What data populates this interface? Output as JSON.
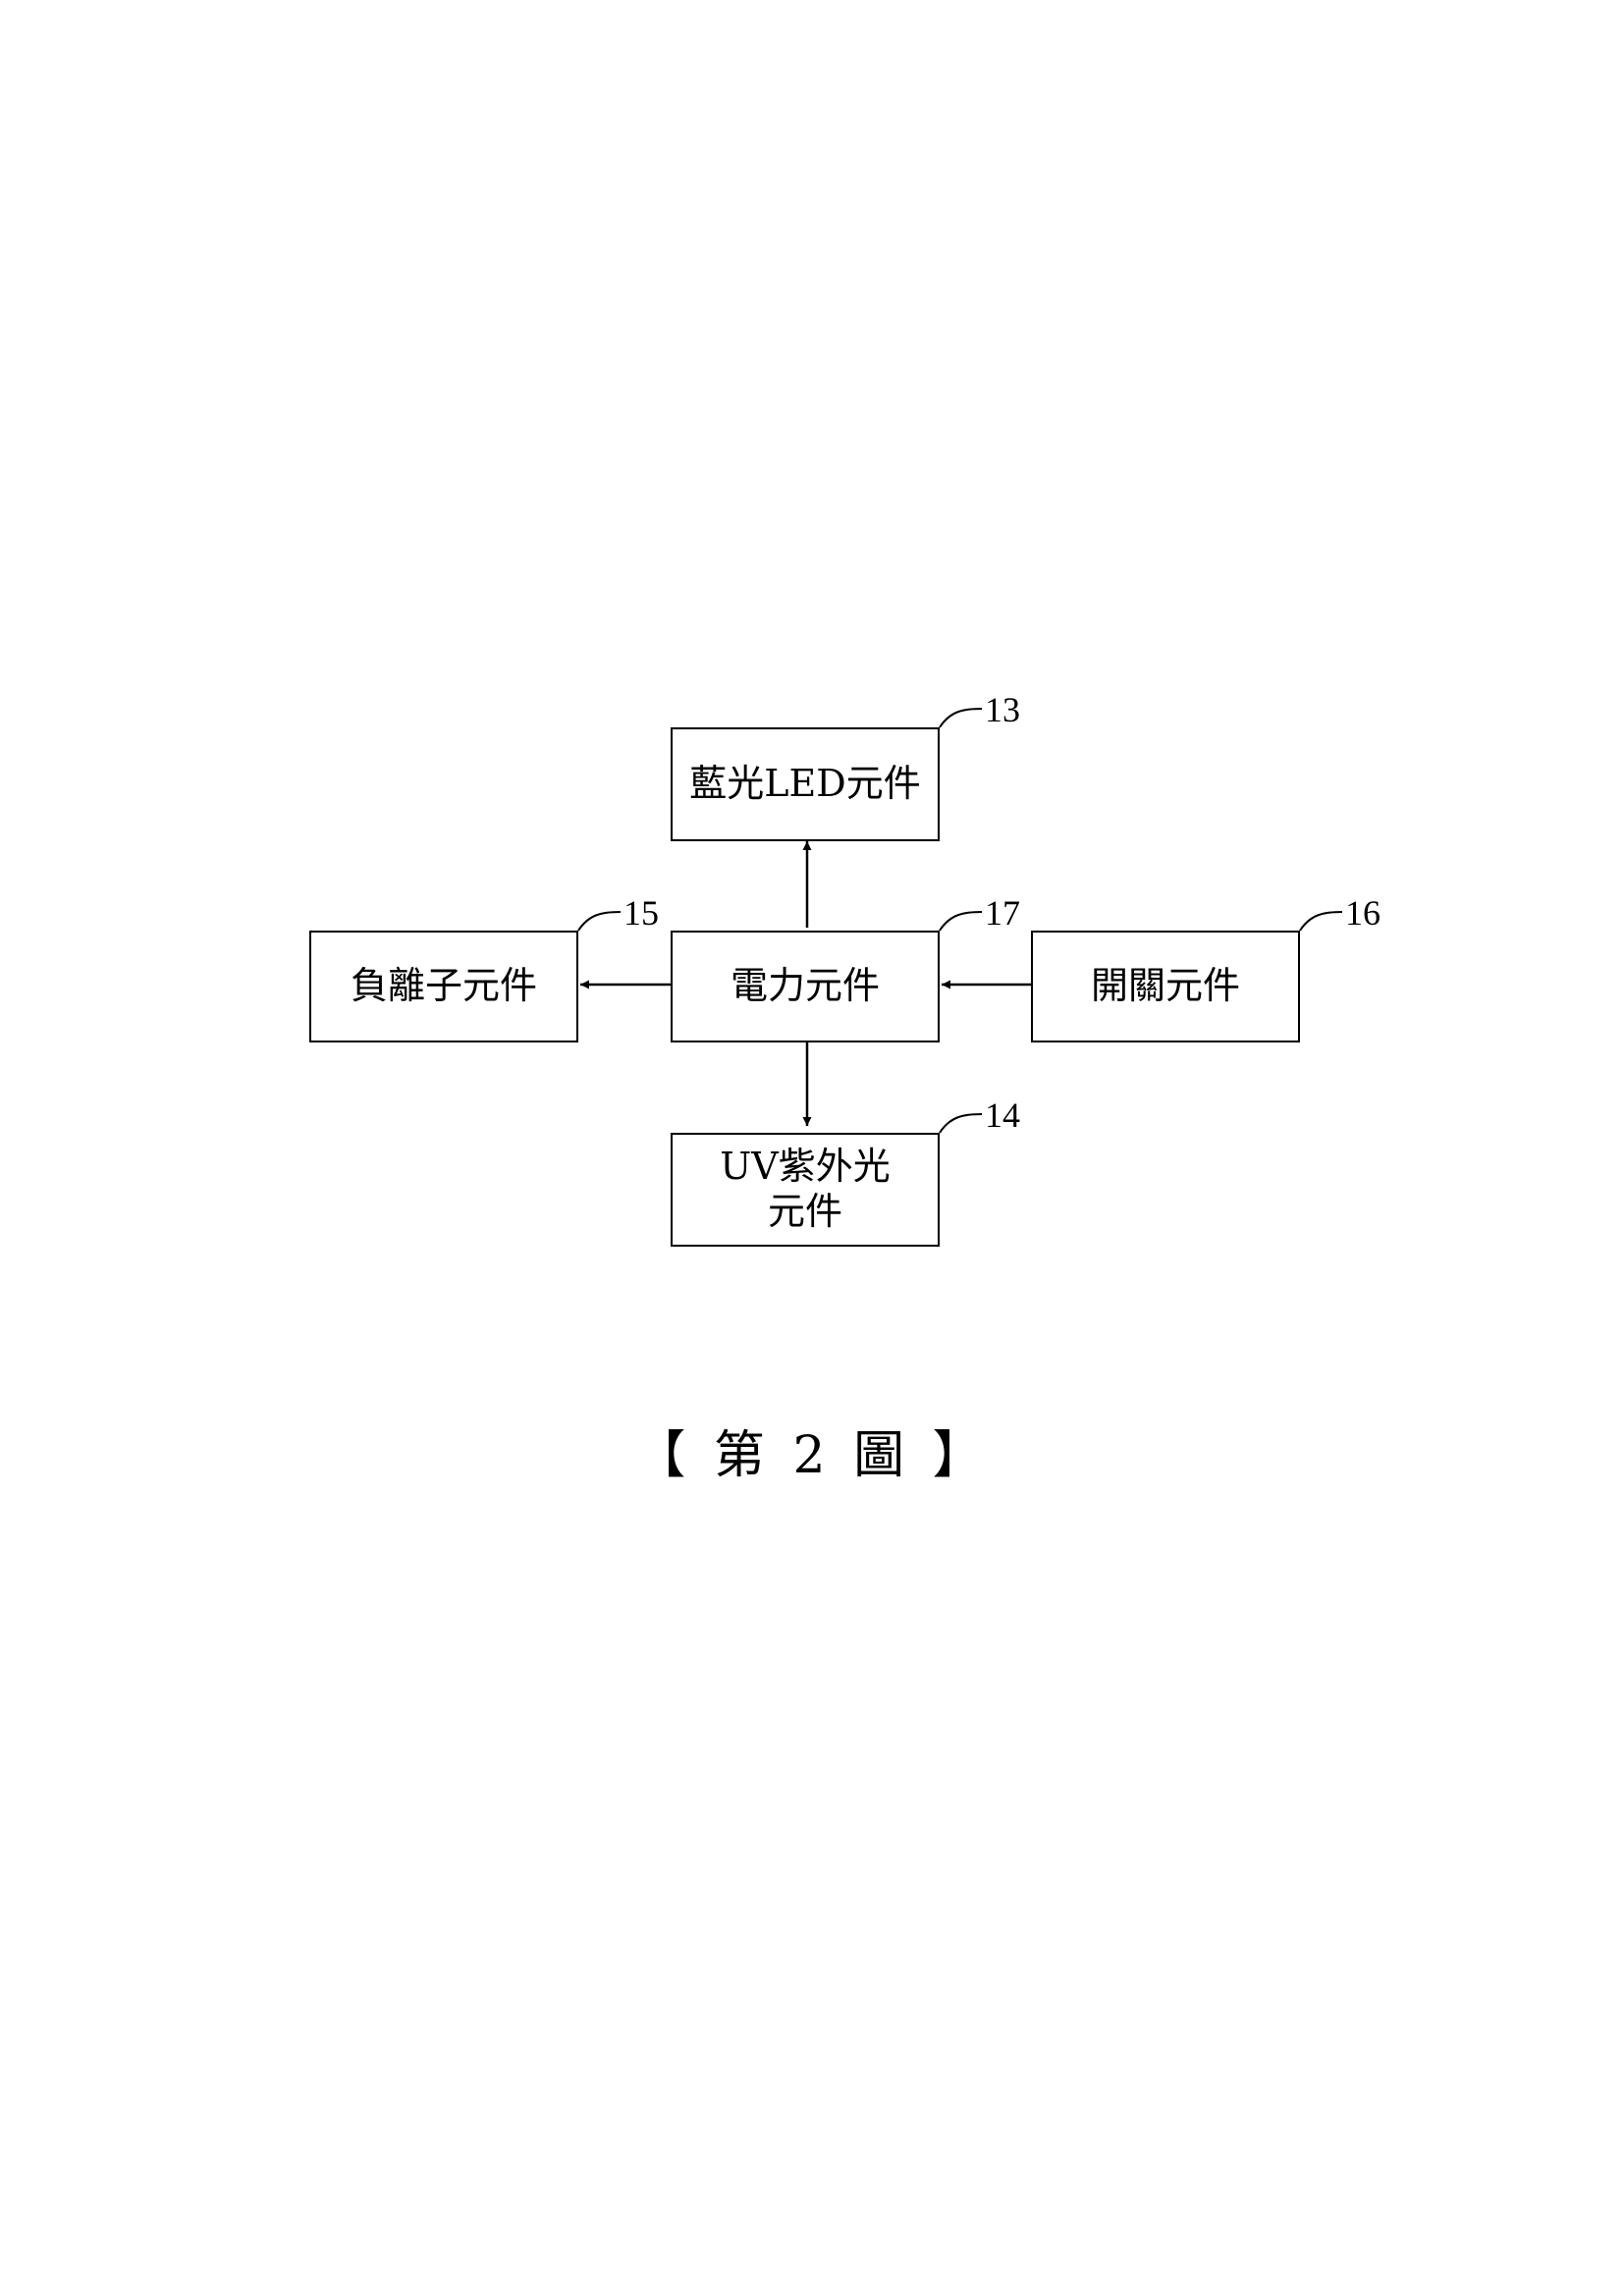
{
  "blocks": {
    "blue_led": {
      "label": "藍光LED元件",
      "ref": "13"
    },
    "uv": {
      "label": "UV紫外光\n元件",
      "ref": "14"
    },
    "negative_ion": {
      "label": "負離子元件",
      "ref": "15"
    },
    "switch": {
      "label": "開關元件",
      "ref": "16"
    },
    "power": {
      "label": "電力元件",
      "ref": "17"
    }
  },
  "caption": "【 第 2 圖 】",
  "colors": {
    "line": "#000000",
    "background": "#ffffff"
  }
}
